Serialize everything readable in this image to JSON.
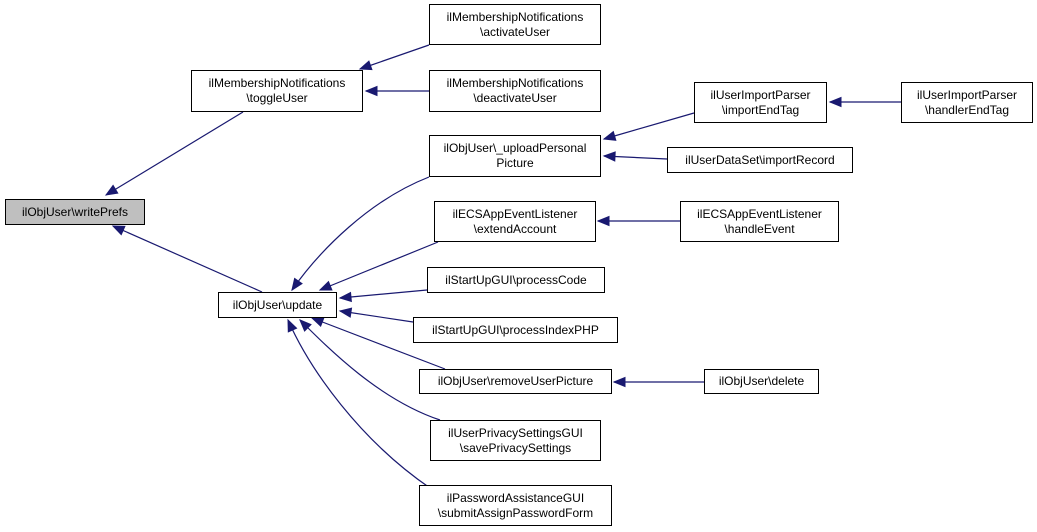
{
  "colors": {
    "edge": "#191970",
    "node_border": "#000000",
    "node_fill": "#ffffff",
    "root_fill": "#bfbfbf",
    "background": "#ffffff"
  },
  "nodes": {
    "writePrefs": {
      "lines": [
        "ilObjUser\\writePrefs"
      ]
    },
    "toggleUser": {
      "lines": [
        "ilMembershipNotifications",
        "\\toggleUser"
      ]
    },
    "activateUser": {
      "lines": [
        "ilMembershipNotifications",
        "\\activateUser"
      ]
    },
    "deactivateUser": {
      "lines": [
        "ilMembershipNotifications",
        "\\deactivateUser"
      ]
    },
    "update": {
      "lines": [
        "ilObjUser\\update"
      ]
    },
    "uploadPicture": {
      "lines": [
        "ilObjUser\\_uploadPersonal",
        "Picture"
      ]
    },
    "importEndTag": {
      "lines": [
        "ilUserImportParser",
        "\\importEndTag"
      ]
    },
    "handlerEndTag": {
      "lines": [
        "ilUserImportParser",
        "\\handlerEndTag"
      ]
    },
    "importRecord": {
      "lines": [
        "ilUserDataSet\\importRecord"
      ]
    },
    "extendAccount": {
      "lines": [
        "ilECSAppEventListener",
        "\\extendAccount"
      ]
    },
    "handleEvent": {
      "lines": [
        "ilECSAppEventListener",
        "\\handleEvent"
      ]
    },
    "processCode": {
      "lines": [
        "ilStartUpGUI\\processCode"
      ]
    },
    "processIndexPHP": {
      "lines": [
        "ilStartUpGUI\\processIndexPHP"
      ]
    },
    "removeUserPicture": {
      "lines": [
        "ilObjUser\\removeUserPicture"
      ]
    },
    "delete": {
      "lines": [
        "ilObjUser\\delete"
      ]
    },
    "savePrivacySettings": {
      "lines": [
        "ilUserPrivacySettingsGUI",
        "\\savePrivacySettings"
      ]
    },
    "submitAssignPassword": {
      "lines": [
        "ilPasswordAssistanceGUI",
        "\\submitAssignPasswordForm"
      ]
    }
  },
  "edges": [
    {
      "from": "toggleUser",
      "to": "writePrefs"
    },
    {
      "from": "update",
      "to": "writePrefs"
    },
    {
      "from": "activateUser",
      "to": "toggleUser"
    },
    {
      "from": "deactivateUser",
      "to": "toggleUser"
    },
    {
      "from": "uploadPicture",
      "to": "update"
    },
    {
      "from": "extendAccount",
      "to": "update"
    },
    {
      "from": "processCode",
      "to": "update"
    },
    {
      "from": "processIndexPHP",
      "to": "update"
    },
    {
      "from": "removeUserPicture",
      "to": "update"
    },
    {
      "from": "savePrivacySettings",
      "to": "update"
    },
    {
      "from": "submitAssignPassword",
      "to": "update"
    },
    {
      "from": "importEndTag",
      "to": "uploadPicture"
    },
    {
      "from": "importRecord",
      "to": "uploadPicture"
    },
    {
      "from": "handlerEndTag",
      "to": "importEndTag"
    },
    {
      "from": "handleEvent",
      "to": "extendAccount"
    },
    {
      "from": "delete",
      "to": "removeUserPicture"
    }
  ]
}
